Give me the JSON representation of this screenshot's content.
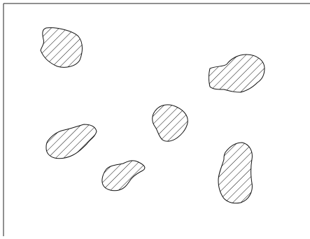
{
  "diagram": {
    "type": "hatched-regions",
    "region_count": 6,
    "regions": [
      {
        "name": "hatched-region-top-left"
      },
      {
        "name": "hatched-region-top-right"
      },
      {
        "name": "hatched-region-center"
      },
      {
        "name": "hatched-region-left"
      },
      {
        "name": "hatched-region-bottom-center"
      },
      {
        "name": "hatched-region-bottom-right"
      }
    ],
    "colors": {
      "background": "#ffffff",
      "stroke": "#111111",
      "hatch": "#111111",
      "frame": "#222222"
    }
  }
}
